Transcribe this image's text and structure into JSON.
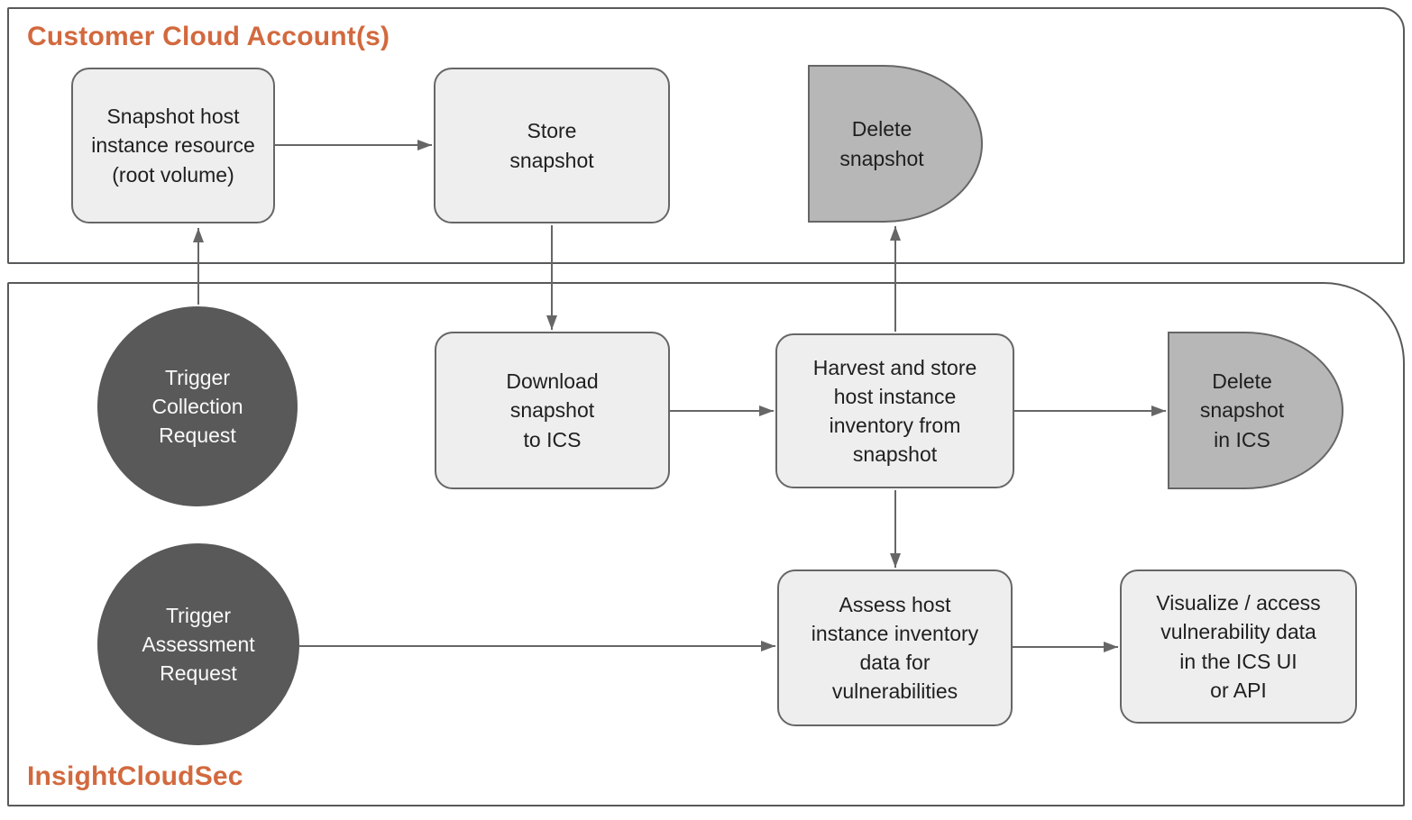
{
  "diagram": {
    "colors": {
      "accent_orange": "#d2693e",
      "process_fill": "#eeeeee",
      "delay_fill": "#b7b7b7",
      "start_fill": "#595959",
      "connector_line": "#666666",
      "lane_border": "#58595b"
    },
    "lanes": {
      "customer": {
        "title": "Customer Cloud Account(s)"
      },
      "ics": {
        "title": "InsightCloudSec"
      }
    },
    "nodes": {
      "snapshot_host": {
        "label": "Snapshot host\ninstance resource\n(root volume)"
      },
      "store_snapshot": {
        "label": "Store\nsnapshot"
      },
      "delete_snapshot": {
        "label": "Delete\nsnapshot"
      },
      "trigger_collection": {
        "label": "Trigger\nCollection\nRequest"
      },
      "download_snapshot": {
        "label": "Download\nsnapshot\nto ICS"
      },
      "harvest_inventory": {
        "label": "Harvest and store\nhost instance\ninventory from\nsnapshot"
      },
      "delete_snapshot_ics": {
        "label": "Delete\nsnapshot\nin ICS"
      },
      "trigger_assessment": {
        "label": "Trigger\nAssessment\nRequest"
      },
      "assess_inventory": {
        "label": "Assess host\ninstance inventory\ndata for\nvulnerabilities"
      },
      "visualize_access": {
        "label": "Visualize / access\nvulnerability data\nin the ICS UI\nor API"
      }
    }
  }
}
